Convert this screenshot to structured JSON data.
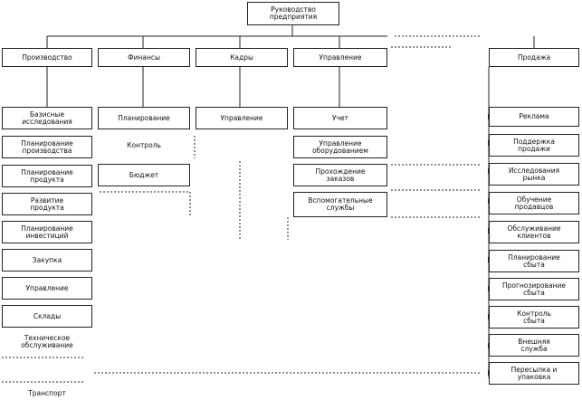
{
  "top": {
    "label": "Руководство\nпредприятия"
  },
  "departments": [
    {
      "id": "production",
      "label": "Производство",
      "items": [
        "Базисные\nисследования",
        "Планирование\nпроизводства",
        "Планирование\nпродукта",
        "Развитие\nпродукта",
        "Планирование\nинвестиций",
        "Закупка",
        "Управление",
        "Склады",
        "Техническое\nобслуживание",
        "Транспорт"
      ]
    },
    {
      "id": "finance",
      "label": "Финансы",
      "items": [
        "Планирование",
        "Контроль",
        "Бюджет"
      ]
    },
    {
      "id": "hr",
      "label": "Кадры",
      "items": [
        "Управление"
      ]
    },
    {
      "id": "management",
      "label": "Управление",
      "items": [
        "Учет",
        "Управление\nоборудованием",
        "Прохождение\nзаказов",
        "Вспомогательные\nслужбы"
      ]
    },
    {
      "id": "sales",
      "label": "Продажа",
      "items": [
        "Реклама",
        "Поддержка\nпродажи",
        "Исследования\nрынка",
        "Обучение\nпродавцов",
        "Обслуживание\nклиентов",
        "Планирование\nсбыта",
        "Прогнозирование\nсбыта",
        "Контроль\nсбыта",
        "Внешняя\nслужба",
        "Пересылка и\nупаковка"
      ]
    }
  ]
}
